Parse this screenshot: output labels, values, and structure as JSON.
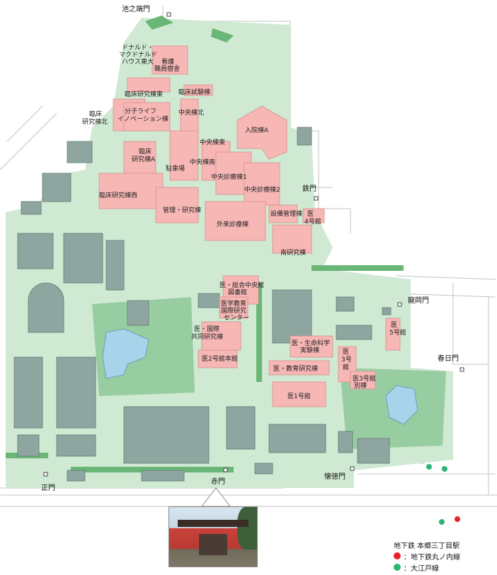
{
  "gates": {
    "ikenohata": "池之端門",
    "tetsu": "鉄門",
    "ryuoka": "龍岡門",
    "kasuga": "春日門",
    "kaitoku": "懐徳門",
    "aka": "赤門",
    "sei": "正門"
  },
  "buildings": {
    "ronald": [
      "ドナルド・",
      "マクドナルド",
      "ハウス東大"
    ],
    "nurse": [
      "看護",
      "職員宿舎"
    ],
    "rinsho_kenkyu_higashi": "臨床研究棟東",
    "rinsho_shiken": "臨床試験棟",
    "rinsho_kita": [
      "臨床",
      "研究棟北"
    ],
    "bunshi": [
      "分子ライフ",
      "イノベーション棟"
    ],
    "chuo_kita": "中央棟北",
    "nyuin_a": "入院棟A",
    "rinsho_a": [
      "臨床",
      "研究棟A"
    ],
    "chuo_higashi": "中央棟東",
    "chushajo": "駐車場",
    "chuo_minami": "中央棟南",
    "chuo_shinryo1": "中央診療棟1",
    "chuo_shinryo2": "中央診療棟2",
    "rinsho_nishi": "臨床研究棟西",
    "kanri": "管理・研究棟",
    "setsubi": "設備管理棟",
    "i4": [
      "医",
      "4号館"
    ],
    "gairai": "外来診療棟",
    "minami": "南研究棟",
    "sogo": [
      "医・総合中央館",
      "図書館"
    ],
    "igaku_kyoiku": [
      "医学教育",
      "国際研究",
      "センター"
    ],
    "kokusai": [
      "医・国際",
      "共同研究棟"
    ],
    "i5": [
      "医",
      "5号館"
    ],
    "seimei": [
      "医・生命科学",
      "実験棟"
    ],
    "i2": "医2号館本館",
    "i3": [
      "医",
      "3号",
      "館"
    ],
    "kyoiku": "医・教育研究棟",
    "i3_annex": [
      "医3号館",
      "別棟"
    ],
    "i1": "医1号館"
  },
  "legend": {
    "station": "地下鉄 本郷三丁目駅",
    "marunouchi": "：地下鉄丸ノ内線",
    "oedo": "：大江戸線",
    "marunouchi_color": "#e8202a",
    "oedo_color": "#2bb673"
  },
  "photo": {
    "subject": "red-gate-photo"
  }
}
